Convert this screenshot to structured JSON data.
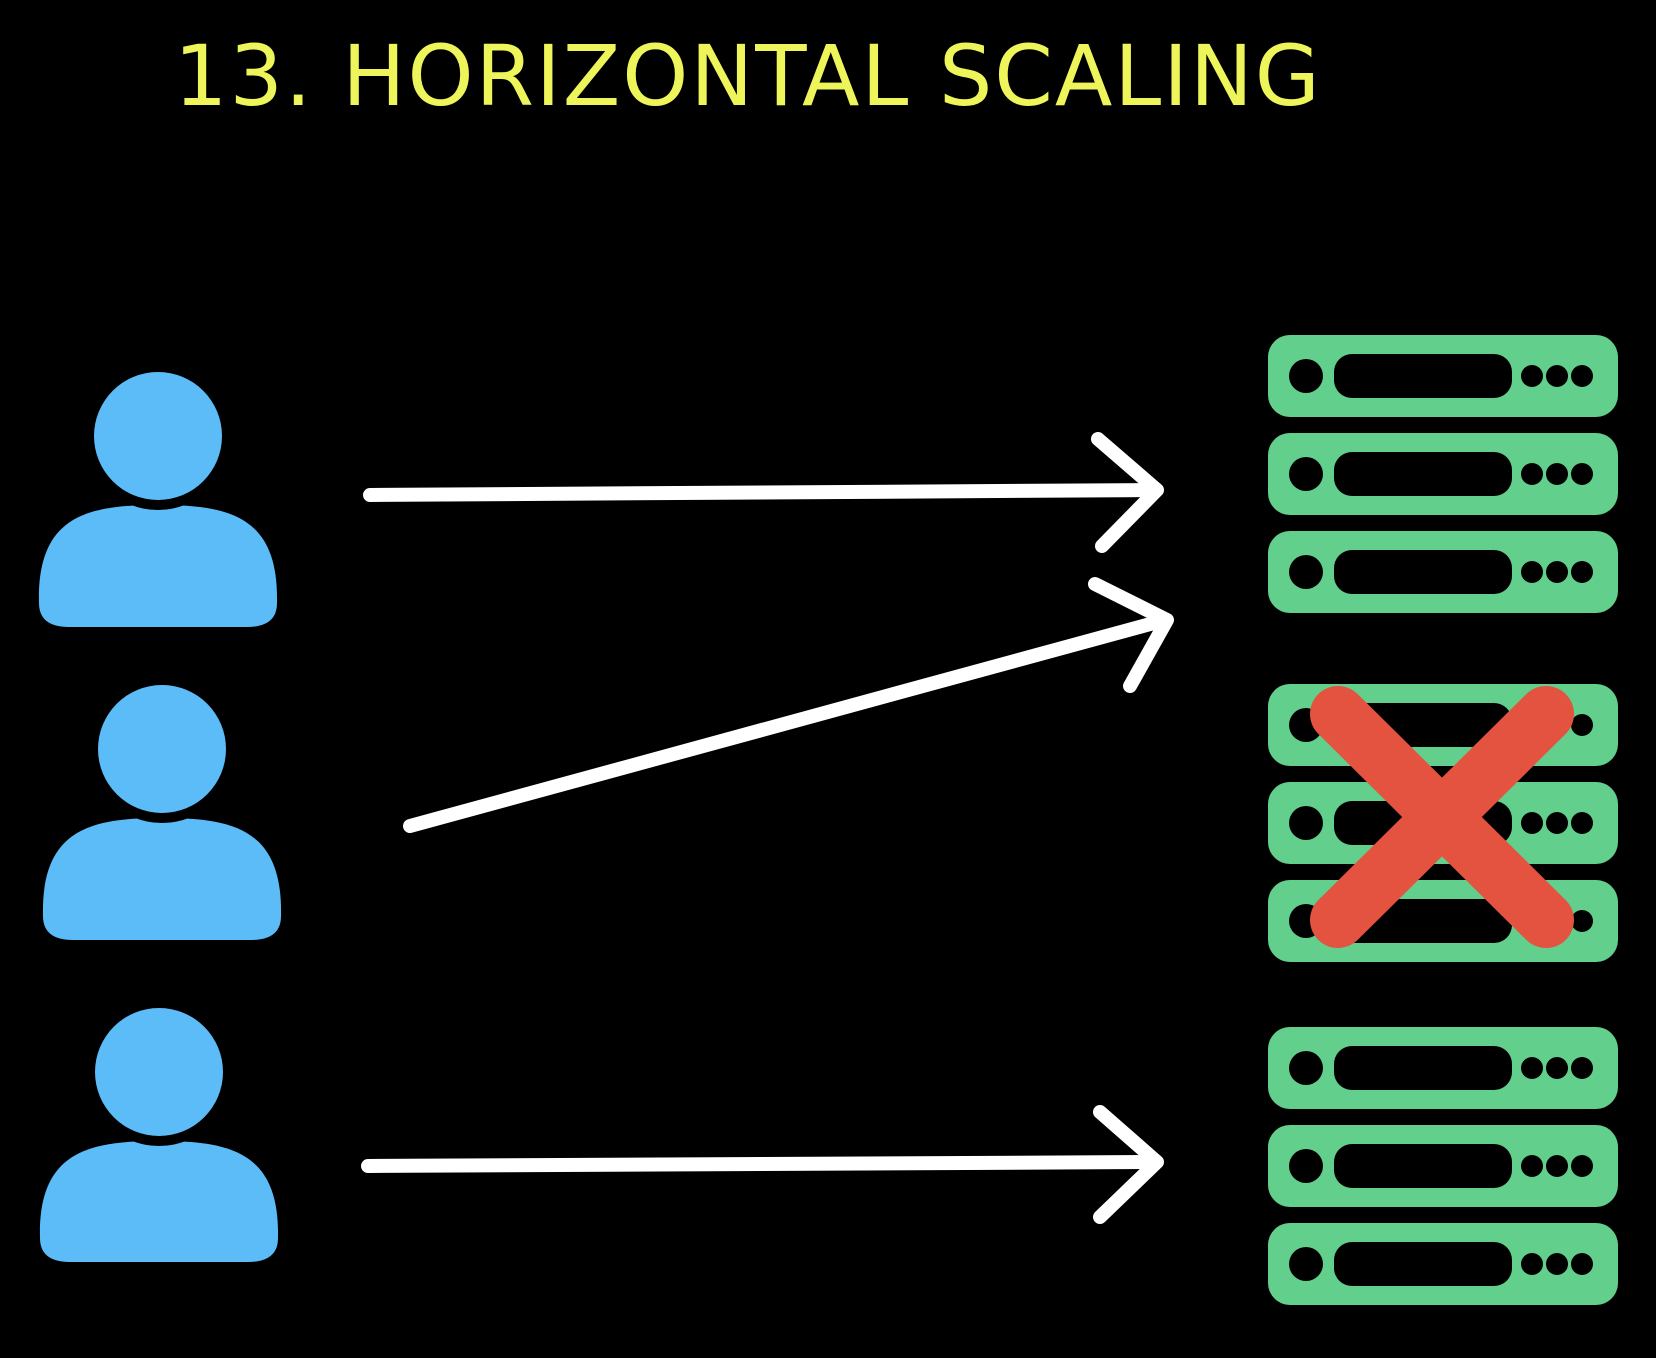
{
  "slide": {
    "title": "13. HORIZONTAL SCALING"
  },
  "colors": {
    "background": "#000000",
    "title": "#eef55a",
    "user": "#5bbcf8",
    "server": "#62cf8c",
    "server_slot": "#000000",
    "arrow": "#ffffff",
    "failure_mark": "#e4533f"
  },
  "diagram": {
    "users": [
      {
        "icon": "user-icon"
      },
      {
        "icon": "user-icon"
      },
      {
        "icon": "user-icon"
      }
    ],
    "server_groups": [
      {
        "units": 3,
        "status": "online"
      },
      {
        "units": 3,
        "status": "failed"
      },
      {
        "units": 3,
        "status": "online"
      }
    ],
    "requests": [
      {
        "from_user": 0,
        "to_group": 0
      },
      {
        "from_user": 1,
        "to_group": 0
      },
      {
        "from_user": 2,
        "to_group": 2
      }
    ],
    "failure_icon": "cross-icon"
  }
}
